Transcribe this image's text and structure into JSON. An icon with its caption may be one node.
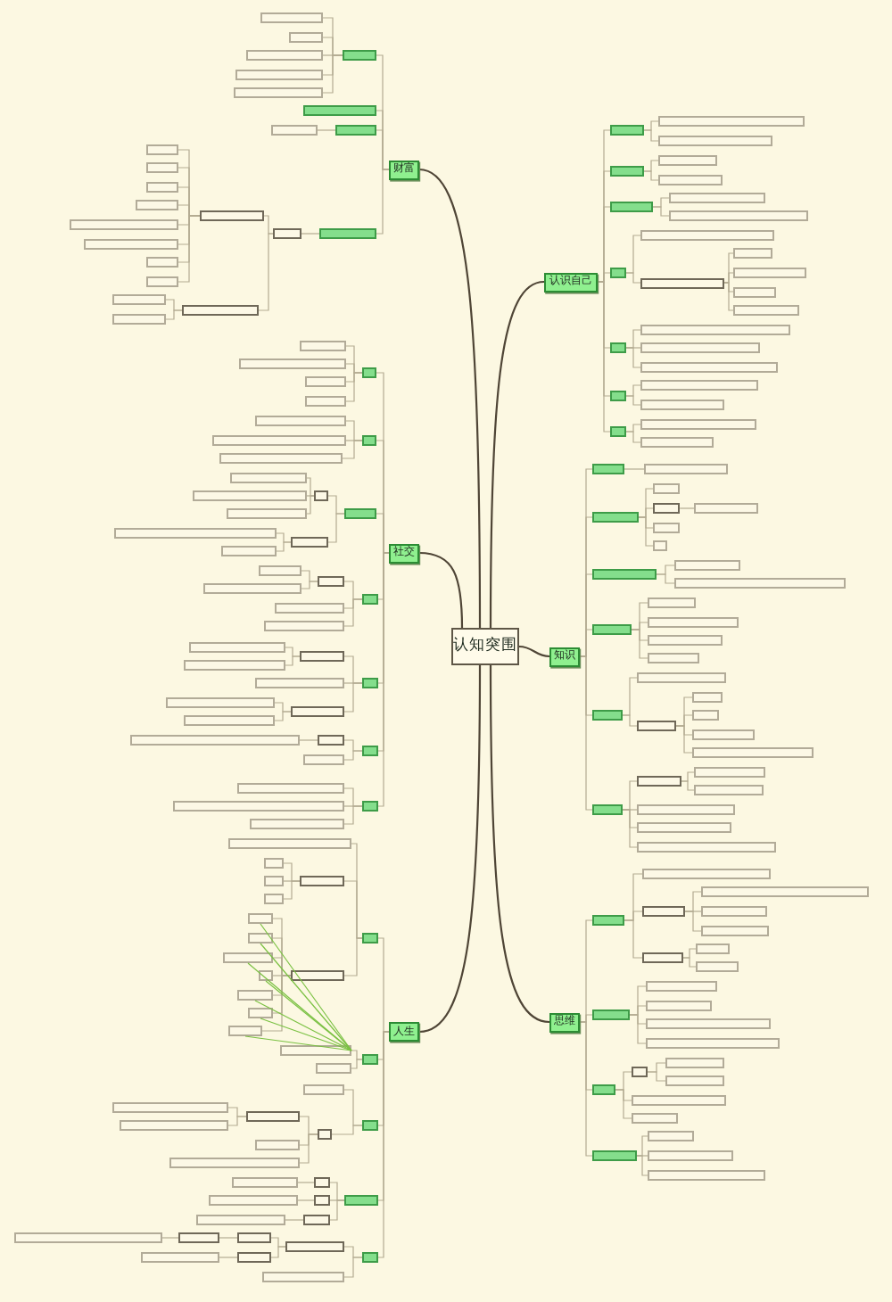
{
  "diagram": {
    "nodes": [
      {
        "text": [
          "认知突围"
        ]
      },
      {
        "text": [
          "认识自己"
        ]
      },
      {
        "text": [],
        "shape": "box"
      },
      {
        "text": [],
        "shape": "box"
      },
      {
        "text": [],
        "shape": "box"
      },
      {
        "text": [],
        "shape": "box"
      },
      {
        "text": [],
        "shape": "box"
      },
      {
        "text": [],
        "shape": "box"
      },
      {
        "text": [],
        "shape": "box"
      },
      {
        "text": [],
        "shape": "box"
      },
      {
        "text": [],
        "shape": "box"
      },
      {
        "text": [],
        "shape": "box"
      },
      {
        "text": [],
        "shape": "box"
      },
      {
        "text": [],
        "shape": "box"
      },
      {
        "text": [],
        "shape": "box"
      },
      {
        "text": [],
        "shape": "box"
      },
      {
        "text": [],
        "shape": "box"
      },
      {
        "text": [],
        "shape": "box"
      },
      {
        "text": [],
        "shape": "box"
      },
      {
        "text": [],
        "shape": "box"
      },
      {
        "text": [],
        "shape": "box"
      },
      {
        "text": [],
        "shape": "box"
      },
      {
        "text": [],
        "shape": "box"
      },
      {
        "text": [],
        "shape": "box"
      },
      {
        "text": [],
        "shape": "box"
      },
      {
        "text": [],
        "shape": "box"
      },
      {
        "text": [],
        "shape": "box"
      },
      {
        "text": [],
        "shape": "box"
      },
      {
        "text": [
          "知识"
        ]
      },
      {
        "text": [],
        "shape": "box"
      },
      {
        "text": [],
        "shape": "box"
      },
      {
        "text": [],
        "shape": "box"
      },
      {
        "text": [],
        "shape": "box"
      },
      {
        "text": [],
        "shape": "box"
      },
      {
        "text": [],
        "shape": "box"
      },
      {
        "text": [],
        "shape": "box"
      },
      {
        "text": [],
        "shape": "box"
      },
      {
        "text": [],
        "shape": "box"
      },
      {
        "text": [],
        "shape": "box"
      },
      {
        "text": [],
        "shape": "box"
      },
      {
        "text": [],
        "shape": "box"
      },
      {
        "text": [],
        "shape": "box"
      },
      {
        "text": [],
        "shape": "box"
      },
      {
        "text": [],
        "shape": "box"
      },
      {
        "text": [],
        "shape": "box"
      },
      {
        "text": [],
        "shape": "box"
      },
      {
        "text": [],
        "shape": "box"
      },
      {
        "text": [],
        "shape": "box"
      },
      {
        "text": [],
        "shape": "box"
      },
      {
        "text": [],
        "shape": "box"
      },
      {
        "text": [],
        "shape": "box"
      },
      {
        "text": [],
        "shape": "box"
      },
      {
        "text": [],
        "shape": "box"
      },
      {
        "text": [],
        "shape": "box"
      },
      {
        "text": [],
        "shape": "box"
      },
      {
        "text": [],
        "shape": "box"
      },
      {
        "text": [],
        "shape": "box"
      },
      {
        "text": [],
        "shape": "box"
      },
      {
        "text": [],
        "shape": "box"
      },
      {
        "text": [
          "思维"
        ]
      },
      {
        "text": [],
        "shape": "box"
      },
      {
        "text": [],
        "shape": "box"
      },
      {
        "text": [],
        "shape": "box"
      },
      {
        "text": [],
        "shape": "box"
      },
      {
        "text": [],
        "shape": "box"
      },
      {
        "text": [],
        "shape": "box"
      },
      {
        "text": [],
        "shape": "box"
      },
      {
        "text": [],
        "shape": "box"
      },
      {
        "text": [],
        "shape": "box"
      },
      {
        "text": [],
        "shape": "box"
      },
      {
        "text": [],
        "shape": "box"
      },
      {
        "text": [],
        "shape": "box"
      },
      {
        "text": [],
        "shape": "box"
      },
      {
        "text": [],
        "shape": "box"
      },
      {
        "text": [],
        "shape": "box"
      },
      {
        "text": [],
        "shape": "box"
      },
      {
        "text": [],
        "shape": "box"
      },
      {
        "text": [],
        "shape": "box"
      },
      {
        "text": [],
        "shape": "box"
      },
      {
        "text": [],
        "shape": "box"
      },
      {
        "text": [],
        "shape": "box"
      },
      {
        "text": [],
        "shape": "box"
      },
      {
        "text": [],
        "shape": "box"
      },
      {
        "text": [],
        "shape": "box"
      },
      {
        "text": [
          "财富"
        ]
      },
      {
        "text": [],
        "shape": "box"
      },
      {
        "text": [],
        "shape": "box"
      },
      {
        "text": [],
        "shape": "box"
      },
      {
        "text": [],
        "shape": "box"
      },
      {
        "text": [],
        "shape": "box"
      },
      {
        "text": [],
        "shape": "box"
      },
      {
        "text": [],
        "shape": "box"
      },
      {
        "text": [],
        "shape": "box"
      },
      {
        "text": [],
        "shape": "box"
      },
      {
        "text": [],
        "shape": "box"
      },
      {
        "text": [],
        "shape": "box"
      },
      {
        "text": [],
        "shape": "box"
      },
      {
        "text": [],
        "shape": "box"
      },
      {
        "text": [],
        "shape": "box"
      },
      {
        "text": [],
        "shape": "box"
      },
      {
        "text": [],
        "shape": "box"
      },
      {
        "text": [],
        "shape": "box"
      },
      {
        "text": [],
        "shape": "box"
      },
      {
        "text": [],
        "shape": "box"
      },
      {
        "text": [],
        "shape": "box"
      },
      {
        "text": [],
        "shape": "box"
      },
      {
        "text": [
          "社交"
        ]
      },
      {
        "text": [],
        "shape": "box"
      },
      {
        "text": [],
        "shape": "box"
      },
      {
        "text": [],
        "shape": "box"
      },
      {
        "text": [],
        "shape": "box"
      },
      {
        "text": [],
        "shape": "box"
      },
      {
        "text": [],
        "shape": "box"
      },
      {
        "text": [],
        "shape": "box"
      },
      {
        "text": [],
        "shape": "box"
      },
      {
        "text": [],
        "shape": "box"
      },
      {
        "text": [],
        "shape": "box"
      },
      {
        "text": [],
        "shape": "box"
      },
      {
        "text": [],
        "shape": "box"
      },
      {
        "text": [],
        "shape": "box"
      },
      {
        "text": [],
        "shape": "box"
      },
      {
        "text": [],
        "shape": "box"
      },
      {
        "text": [],
        "shape": "box"
      },
      {
        "text": [],
        "shape": "box"
      },
      {
        "text": [],
        "shape": "box"
      },
      {
        "text": [],
        "shape": "box"
      },
      {
        "text": [],
        "shape": "box"
      },
      {
        "text": [],
        "shape": "box"
      },
      {
        "text": [],
        "shape": "box"
      },
      {
        "text": [],
        "shape": "box"
      },
      {
        "text": [],
        "shape": "box"
      },
      {
        "text": [],
        "shape": "box"
      },
      {
        "text": [],
        "shape": "box"
      },
      {
        "text": [],
        "shape": "box"
      },
      {
        "text": [],
        "shape": "box"
      },
      {
        "text": [],
        "shape": "box"
      },
      {
        "text": [],
        "shape": "box"
      },
      {
        "text": [],
        "shape": "box"
      },
      {
        "text": [],
        "shape": "box"
      },
      {
        "text": [],
        "shape": "box"
      },
      {
        "text": [],
        "shape": "box"
      },
      {
        "text": [],
        "shape": "box"
      },
      {
        "text": [],
        "shape": "box"
      },
      {
        "text": [],
        "shape": "box"
      },
      {
        "text": [],
        "shape": "box"
      },
      {
        "text": [],
        "shape": "box"
      },
      {
        "text": [
          "人生"
        ]
      },
      {
        "text": [],
        "shape": "box"
      },
      {
        "text": [],
        "shape": "box"
      },
      {
        "text": [],
        "shape": "box"
      },
      {
        "text": [],
        "shape": "box"
      },
      {
        "text": [],
        "shape": "box"
      },
      {
        "text": [],
        "shape": "box"
      },
      {
        "text": [],
        "shape": "box"
      },
      {
        "text": [],
        "shape": "box"
      },
      {
        "text": [],
        "shape": "box"
      },
      {
        "text": [],
        "shape": "box"
      },
      {
        "text": [],
        "shape": "box"
      },
      {
        "text": [],
        "shape": "box"
      },
      {
        "text": [],
        "shape": "box"
      },
      {
        "text": [],
        "shape": "box"
      },
      {
        "text": [],
        "shape": "box"
      },
      {
        "text": [],
        "shape": "box"
      },
      {
        "text": [],
        "shape": "box"
      },
      {
        "text": [],
        "shape": "box"
      },
      {
        "text": [],
        "shape": "box"
      },
      {
        "text": [],
        "shape": "box"
      },
      {
        "text": [],
        "shape": "box"
      },
      {
        "text": [],
        "shape": "box"
      },
      {
        "text": [],
        "shape": "box"
      },
      {
        "text": [],
        "shape": "box"
      },
      {
        "text": [],
        "shape": "box"
      },
      {
        "text": [],
        "shape": "box"
      },
      {
        "text": [],
        "shape": "box"
      },
      {
        "text": [],
        "shape": "box"
      },
      {
        "text": [],
        "shape": "box"
      },
      {
        "text": [],
        "shape": "box"
      },
      {
        "text": [],
        "shape": "box"
      },
      {
        "text": [],
        "shape": "box"
      },
      {
        "text": [],
        "shape": "box"
      },
      {
        "text": [],
        "shape": "box"
      },
      {
        "text": [],
        "shape": "box"
      },
      {
        "text": [],
        "shape": "box"
      },
      {
        "text": [],
        "shape": "box"
      },
      {
        "text": [],
        "shape": "box"
      },
      {
        "text": [],
        "shape": "box"
      },
      {
        "text": [],
        "shape": "box"
      },
      {
        "text": [],
        "shape": "box"
      },
      {
        "text": [],
        "shape": "box"
      }
    ],
    "edges": [
      {
        "from": 0,
        "to": 1,
        "arrow": "none",
        "color": "#4f4536"
      },
      {
        "from": 0,
        "to": 28,
        "arrow": "none",
        "color": "#4f4536"
      },
      {
        "from": 0,
        "to": 59,
        "arrow": "none",
        "color": "#4f4536"
      },
      {
        "from": 0,
        "to": 84,
        "arrow": "none",
        "color": "#4f4536"
      },
      {
        "from": 0,
        "to": 106,
        "arrow": "none",
        "color": "#4f4536"
      },
      {
        "from": 0,
        "to": 146,
        "arrow": "none",
        "color": "#4f4536"
      },
      {
        "from": 1,
        "to": 2,
        "arrow": "none"
      },
      {
        "from": 1,
        "to": 5,
        "arrow": "none"
      },
      {
        "from": 1,
        "to": 8,
        "arrow": "none"
      },
      {
        "from": 1,
        "to": 11,
        "arrow": "none"
      },
      {
        "from": 1,
        "to": 18,
        "arrow": "none"
      },
      {
        "from": 1,
        "to": 22,
        "arrow": "none"
      },
      {
        "from": 1,
        "to": 25,
        "arrow": "none"
      },
      {
        "from": 2,
        "to": 3,
        "arrow": "none"
      },
      {
        "from": 2,
        "to": 4,
        "arrow": "none"
      },
      {
        "from": 5,
        "to": 6,
        "arrow": "none"
      },
      {
        "from": 5,
        "to": 7,
        "arrow": "none"
      },
      {
        "from": 8,
        "to": 9,
        "arrow": "none"
      },
      {
        "from": 8,
        "to": 10,
        "arrow": "none"
      },
      {
        "from": 11,
        "to": 12,
        "arrow": "none"
      },
      {
        "from": 11,
        "to": 13,
        "arrow": "none"
      },
      {
        "from": 13,
        "to": 14,
        "arrow": "none"
      },
      {
        "from": 13,
        "to": 15,
        "arrow": "none"
      },
      {
        "from": 13,
        "to": 16,
        "arrow": "none"
      },
      {
        "from": 13,
        "to": 17,
        "arrow": "none"
      },
      {
        "from": 18,
        "to": 19,
        "arrow": "none"
      },
      {
        "from": 18,
        "to": 20,
        "arrow": "none"
      },
      {
        "from": 18,
        "to": 21,
        "arrow": "none"
      },
      {
        "from": 22,
        "to": 23,
        "arrow": "none"
      },
      {
        "from": 22,
        "to": 24,
        "arrow": "none"
      },
      {
        "from": 25,
        "to": 26,
        "arrow": "none"
      },
      {
        "from": 25,
        "to": 27,
        "arrow": "none"
      },
      {
        "from": 28,
        "to": 29,
        "arrow": "none"
      },
      {
        "from": 28,
        "to": 31,
        "arrow": "none"
      },
      {
        "from": 28,
        "to": 37,
        "arrow": "none"
      },
      {
        "from": 28,
        "to": 40,
        "arrow": "none"
      },
      {
        "from": 28,
        "to": 45,
        "arrow": "none"
      },
      {
        "from": 28,
        "to": 52,
        "arrow": "none"
      },
      {
        "from": 29,
        "to": 30,
        "arrow": "none"
      },
      {
        "from": 31,
        "to": 32,
        "arrow": "none"
      },
      {
        "from": 31,
        "to": 33,
        "arrow": "none"
      },
      {
        "from": 31,
        "to": 35,
        "arrow": "none"
      },
      {
        "from": 31,
        "to": 36,
        "arrow": "none"
      },
      {
        "from": 33,
        "to": 34,
        "arrow": "none"
      },
      {
        "from": 37,
        "to": 38,
        "arrow": "none"
      },
      {
        "from": 37,
        "to": 39,
        "arrow": "none"
      },
      {
        "from": 40,
        "to": 41,
        "arrow": "none"
      },
      {
        "from": 40,
        "to": 42,
        "arrow": "none"
      },
      {
        "from": 40,
        "to": 43,
        "arrow": "none"
      },
      {
        "from": 40,
        "to": 44,
        "arrow": "none"
      },
      {
        "from": 45,
        "to": 46,
        "arrow": "none"
      },
      {
        "from": 45,
        "to": 47,
        "arrow": "none"
      },
      {
        "from": 47,
        "to": 48,
        "arrow": "none"
      },
      {
        "from": 47,
        "to": 49,
        "arrow": "none"
      },
      {
        "from": 47,
        "to": 50,
        "arrow": "none"
      },
      {
        "from": 47,
        "to": 51,
        "arrow": "none"
      },
      {
        "from": 52,
        "to": 53,
        "arrow": "none"
      },
      {
        "from": 52,
        "to": 56,
        "arrow": "none"
      },
      {
        "from": 52,
        "to": 57,
        "arrow": "none"
      },
      {
        "from": 52,
        "to": 58,
        "arrow": "none"
      },
      {
        "from": 53,
        "to": 54,
        "arrow": "none"
      },
      {
        "from": 53,
        "to": 55,
        "arrow": "none"
      },
      {
        "from": 59,
        "to": 60,
        "arrow": "none"
      },
      {
        "from": 59,
        "to": 69,
        "arrow": "none"
      },
      {
        "from": 59,
        "to": 74,
        "arrow": "none"
      },
      {
        "from": 59,
        "to": 80,
        "arrow": "none"
      },
      {
        "from": 60,
        "to": 61,
        "arrow": "none"
      },
      {
        "from": 60,
        "to": 62,
        "arrow": "none"
      },
      {
        "from": 60,
        "to": 66,
        "arrow": "none"
      },
      {
        "from": 62,
        "to": 63,
        "arrow": "none"
      },
      {
        "from": 62,
        "to": 64,
        "arrow": "none"
      },
      {
        "from": 62,
        "to": 65,
        "arrow": "none"
      },
      {
        "from": 66,
        "to": 67,
        "arrow": "none"
      },
      {
        "from": 66,
        "to": 68,
        "arrow": "none"
      },
      {
        "from": 69,
        "to": 70,
        "arrow": "none"
      },
      {
        "from": 69,
        "to": 71,
        "arrow": "none"
      },
      {
        "from": 69,
        "to": 72,
        "arrow": "none"
      },
      {
        "from": 69,
        "to": 73,
        "arrow": "none"
      },
      {
        "from": 74,
        "to": 75,
        "arrow": "none"
      },
      {
        "from": 74,
        "to": 78,
        "arrow": "none"
      },
      {
        "from": 74,
        "to": 79,
        "arrow": "none"
      },
      {
        "from": 75,
        "to": 76,
        "arrow": "none"
      },
      {
        "from": 75,
        "to": 77,
        "arrow": "none"
      },
      {
        "from": 80,
        "to": 81,
        "arrow": "none"
      },
      {
        "from": 80,
        "to": 82,
        "arrow": "none"
      },
      {
        "from": 80,
        "to": 83,
        "arrow": "none"
      },
      {
        "from": 84,
        "to": 85,
        "arrow": "none"
      },
      {
        "from": 84,
        "to": 91,
        "arrow": "none"
      },
      {
        "from": 84,
        "to": 92,
        "arrow": "none"
      },
      {
        "from": 84,
        "to": 94,
        "arrow": "none"
      },
      {
        "from": 85,
        "to": 86,
        "arrow": "none"
      },
      {
        "from": 85,
        "to": 87,
        "arrow": "none"
      },
      {
        "from": 85,
        "to": 88,
        "arrow": "none"
      },
      {
        "from": 85,
        "to": 89,
        "arrow": "none"
      },
      {
        "from": 85,
        "to": 90,
        "arrow": "none"
      },
      {
        "from": 92,
        "to": 93,
        "arrow": "none"
      },
      {
        "from": 94,
        "to": 95,
        "arrow": "none"
      },
      {
        "from": 95,
        "to": 96,
        "arrow": "none"
      },
      {
        "from": 95,
        "to": 105,
        "arrow": "none"
      },
      {
        "from": 96,
        "to": 97,
        "arrow": "none"
      },
      {
        "from": 96,
        "to": 98,
        "arrow": "none"
      },
      {
        "from": 96,
        "to": 99,
        "arrow": "none"
      },
      {
        "from": 96,
        "to": 100,
        "arrow": "none"
      },
      {
        "from": 96,
        "to": 101,
        "arrow": "none"
      },
      {
        "from": 96,
        "to": 102,
        "arrow": "none"
      },
      {
        "from": 96,
        "to": 103,
        "arrow": "none"
      },
      {
        "from": 96,
        "to": 104,
        "arrow": "none"
      },
      {
        "from": 105,
        "to": 187,
        "arrow": "none"
      },
      {
        "from": 105,
        "to": 188,
        "arrow": "none"
      },
      {
        "from": 106,
        "to": 107,
        "arrow": "none"
      },
      {
        "from": 106,
        "to": 112,
        "arrow": "none"
      },
      {
        "from": 106,
        "to": 116,
        "arrow": "none"
      },
      {
        "from": 106,
        "to": 124,
        "arrow": "none"
      },
      {
        "from": 106,
        "to": 130,
        "arrow": "none"
      },
      {
        "from": 106,
        "to": 138,
        "arrow": "none"
      },
      {
        "from": 106,
        "to": 142,
        "arrow": "none"
      },
      {
        "from": 107,
        "to": 108,
        "arrow": "none"
      },
      {
        "from": 107,
        "to": 109,
        "arrow": "none"
      },
      {
        "from": 107,
        "to": 110,
        "arrow": "none"
      },
      {
        "from": 107,
        "to": 111,
        "arrow": "none"
      },
      {
        "from": 112,
        "to": 113,
        "arrow": "none"
      },
      {
        "from": 112,
        "to": 114,
        "arrow": "none"
      },
      {
        "from": 112,
        "to": 115,
        "arrow": "none"
      },
      {
        "from": 116,
        "to": 117,
        "arrow": "none"
      },
      {
        "from": 116,
        "to": 121,
        "arrow": "none"
      },
      {
        "from": 117,
        "to": 118,
        "arrow": "none"
      },
      {
        "from": 117,
        "to": 119,
        "arrow": "none"
      },
      {
        "from": 117,
        "to": 120,
        "arrow": "none"
      },
      {
        "from": 121,
        "to": 122,
        "arrow": "none"
      },
      {
        "from": 121,
        "to": 123,
        "arrow": "none"
      },
      {
        "from": 124,
        "to": 125,
        "arrow": "none"
      },
      {
        "from": 124,
        "to": 128,
        "arrow": "none"
      },
      {
        "from": 124,
        "to": 129,
        "arrow": "none"
      },
      {
        "from": 125,
        "to": 126,
        "arrow": "none"
      },
      {
        "from": 125,
        "to": 127,
        "arrow": "none"
      },
      {
        "from": 130,
        "to": 131,
        "arrow": "none"
      },
      {
        "from": 130,
        "to": 134,
        "arrow": "none"
      },
      {
        "from": 130,
        "to": 135,
        "arrow": "none"
      },
      {
        "from": 131,
        "to": 132,
        "arrow": "none"
      },
      {
        "from": 131,
        "to": 133,
        "arrow": "none"
      },
      {
        "from": 135,
        "to": 136,
        "arrow": "none"
      },
      {
        "from": 135,
        "to": 137,
        "arrow": "none"
      },
      {
        "from": 138,
        "to": 139,
        "arrow": "none"
      },
      {
        "from": 138,
        "to": 141,
        "arrow": "none"
      },
      {
        "from": 139,
        "to": 140,
        "arrow": "none"
      },
      {
        "from": 142,
        "to": 143,
        "arrow": "none"
      },
      {
        "from": 142,
        "to": 144,
        "arrow": "none"
      },
      {
        "from": 142,
        "to": 145,
        "arrow": "none"
      },
      {
        "from": 146,
        "to": 147,
        "arrow": "none"
      },
      {
        "from": 146,
        "to": 161,
        "arrow": "none"
      },
      {
        "from": 146,
        "to": 164,
        "arrow": "none"
      },
      {
        "from": 146,
        "to": 172,
        "arrow": "none"
      },
      {
        "from": 146,
        "to": 179,
        "arrow": "none"
      },
      {
        "from": 147,
        "to": 148,
        "arrow": "none"
      },
      {
        "from": 147,
        "to": 149,
        "arrow": "none"
      },
      {
        "from": 147,
        "to": 153,
        "arrow": "none"
      },
      {
        "from": 149,
        "to": 150,
        "arrow": "none"
      },
      {
        "from": 149,
        "to": 151,
        "arrow": "none"
      },
      {
        "from": 149,
        "to": 152,
        "arrow": "none"
      },
      {
        "from": 153,
        "to": 154,
        "arrow": "none"
      },
      {
        "from": 153,
        "to": 155,
        "arrow": "none"
      },
      {
        "from": 153,
        "to": 156,
        "arrow": "none"
      },
      {
        "from": 153,
        "to": 157,
        "arrow": "none"
      },
      {
        "from": 153,
        "to": 158,
        "arrow": "none"
      },
      {
        "from": 153,
        "to": 159,
        "arrow": "none"
      },
      {
        "from": 153,
        "to": 160,
        "arrow": "none"
      },
      {
        "from": 161,
        "to": 162,
        "arrow": "none"
      },
      {
        "from": 161,
        "to": 163,
        "arrow": "none"
      },
      {
        "from": 164,
        "to": 165,
        "arrow": "none"
      },
      {
        "from": 164,
        "to": 166,
        "arrow": "none"
      },
      {
        "from": 166,
        "to": 167,
        "arrow": "none"
      },
      {
        "from": 166,
        "to": 170,
        "arrow": "none"
      },
      {
        "from": 166,
        "to": 171,
        "arrow": "none"
      },
      {
        "from": 167,
        "to": 168,
        "arrow": "none"
      },
      {
        "from": 167,
        "to": 169,
        "arrow": "none"
      },
      {
        "from": 172,
        "to": 173,
        "arrow": "none"
      },
      {
        "from": 172,
        "to": 175,
        "arrow": "none"
      },
      {
        "from": 172,
        "to": 177,
        "arrow": "none"
      },
      {
        "from": 173,
        "to": 174,
        "arrow": "none"
      },
      {
        "from": 175,
        "to": 176,
        "arrow": "none"
      },
      {
        "from": 177,
        "to": 178,
        "arrow": "none"
      },
      {
        "from": 179,
        "to": 180,
        "arrow": "none"
      },
      {
        "from": 179,
        "to": 186,
        "arrow": "none"
      },
      {
        "from": 180,
        "to": 181,
        "arrow": "none"
      },
      {
        "from": 180,
        "to": 184,
        "arrow": "none"
      },
      {
        "from": 181,
        "to": 182,
        "arrow": "none"
      },
      {
        "from": 182,
        "to": 183,
        "arrow": "none"
      },
      {
        "from": 184,
        "to": 185,
        "arrow": "none"
      },
      {
        "from": 154,
        "to": 162,
        "arrow": "none",
        "color": "#7bc143"
      },
      {
        "from": 155,
        "to": 162,
        "arrow": "none",
        "color": "#7bc143"
      },
      {
        "from": 156,
        "to": 162,
        "arrow": "none",
        "color": "#7bc143"
      },
      {
        "from": 157,
        "to": 162,
        "arrow": "none",
        "color": "#7bc143"
      },
      {
        "from": 158,
        "to": 162,
        "arrow": "none",
        "color": "#7bc143"
      },
      {
        "from": 159,
        "to": 162,
        "arrow": "none",
        "color": "#7bc143"
      },
      {
        "from": 160,
        "to": 162,
        "arrow": "none",
        "color": "#7bc143"
      }
    ]
  }
}
